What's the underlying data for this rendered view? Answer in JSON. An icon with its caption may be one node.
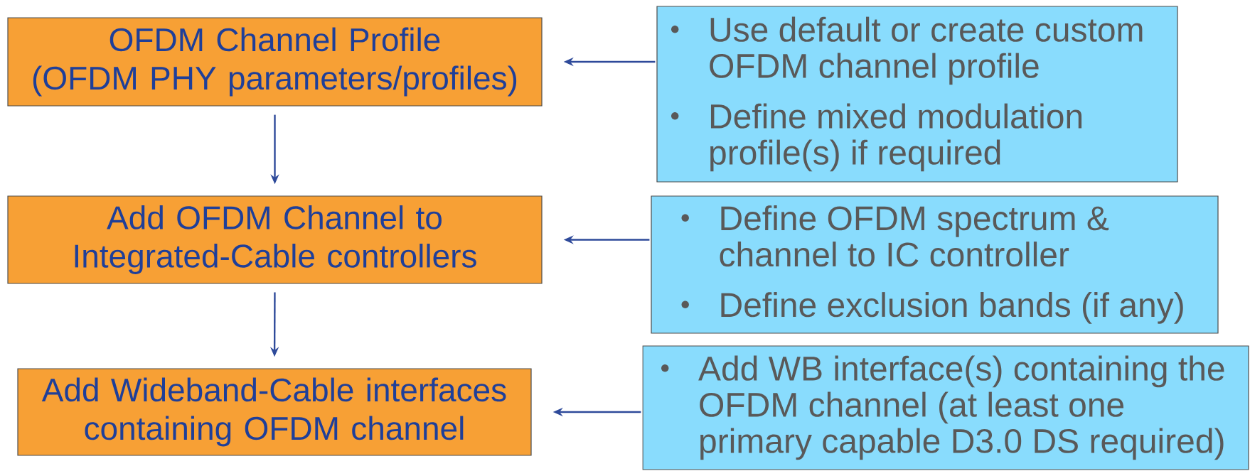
{
  "diagram": {
    "nodes": [
      {
        "text": [
          "OFDM Channel Profile",
          "(OFDM PHY parameters/profiles)"
        ]
      },
      {
        "text": [
          "Add OFDM Channel to Integrated-Cable controllers"
        ]
      },
      {
        "text": [
          "Add Wideband-Cable interfaces containing OFDM channel"
        ]
      },
      {
        "text": [
          "Use default or create custom OFDM channel profile",
          "Define mixed modulation profile(s) if required"
        ]
      },
      {
        "text": [
          "Define OFDM spectrum & channel to IC controller",
          "Define exclusion bands (if any)"
        ]
      },
      {
        "text": [
          "Add WB interface(s) containing the OFDM channel (at least one primary capable D3.0 DS required)"
        ]
      }
    ],
    "edges": [
      {
        "from": 0,
        "to": 1,
        "arrow": "to"
      },
      {
        "from": 1,
        "to": 2,
        "arrow": "to"
      },
      {
        "from": 3,
        "to": 0,
        "arrow": "to"
      },
      {
        "from": 4,
        "to": 1,
        "arrow": "to"
      },
      {
        "from": 5,
        "to": 2,
        "arrow": "to"
      }
    ]
  }
}
